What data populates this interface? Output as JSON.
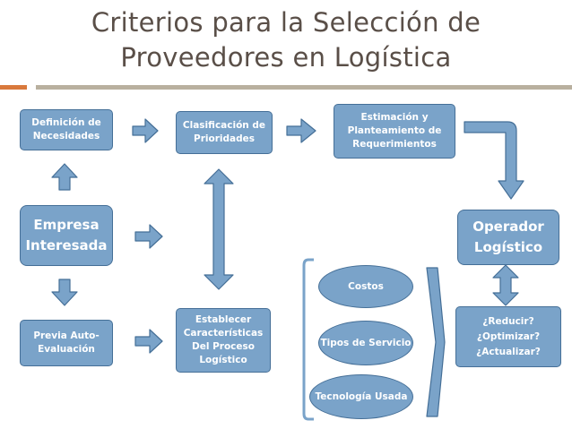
{
  "title": {
    "line1": "Criterios para la Selección de",
    "line2": "Proveedores en Logística"
  },
  "boxes": {
    "definicion": "Definición de Necesidades",
    "clasificacion": "Clasificación de Prioridades",
    "estimacion": "Estimación y Planteamiento de Requerimientos",
    "empresa": "Empresa Interesada",
    "operador": "Operador Logístico",
    "previa": "Previa Auto-Evaluación",
    "establecer": "Establecer Características Del Proceso Logístico",
    "reducir": "¿Reducir? ¿Optimizar? ¿Actualizar?"
  },
  "factors": {
    "costos": "Costos",
    "tipos": "Tipos de Servicio",
    "tecnologia": "Tecnología Usada"
  },
  "colors": {
    "box_fill": "#7aa3c9",
    "box_border": "#456f97",
    "title_text": "#5a4f48",
    "accent_orange": "#d9793c",
    "accent_gray": "#b9b09f"
  }
}
